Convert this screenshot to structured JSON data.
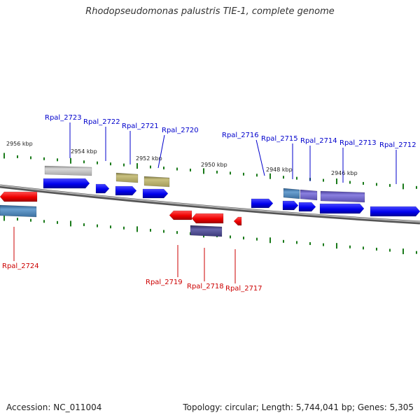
{
  "title": "Rhodopseudomonas palustris TIE-1, complete genome",
  "footer": {
    "accession": "Accession: NC_011004",
    "summary": "Topology: circular; Length: 5,744,041 bp; Genes: 5,305"
  },
  "scale_labels": [
    "2956 kbp",
    "2954 kbp",
    "2952 kbp",
    "2950 kbp",
    "2948 kbp",
    "2946 kbp"
  ],
  "genes_forward": [
    "Rpal_2723",
    "Rpal_2722",
    "Rpal_2721",
    "Rpal_2720",
    "Rpal_2716",
    "Rpal_2715",
    "Rpal_2714",
    "Rpal_2713",
    "Rpal_2712"
  ],
  "genes_reverse": [
    "Rpal_2724",
    "Rpal_2719",
    "Rpal_2718",
    "Rpal_2717"
  ],
  "colors": {
    "forward_label": "#0000cc",
    "reverse_label": "#cc0000",
    "forward_gene": "#0000ee",
    "reverse_gene": "#ee0000",
    "backbone": "#8a8a8a",
    "tick": "#1a7a1a",
    "feature_gray": "#b8b8b8",
    "feature_olive": "#b5ad6a",
    "feature_steel": "#4f86b8",
    "feature_purple": "#6a5fc0",
    "feature_navy": "#46448a"
  }
}
